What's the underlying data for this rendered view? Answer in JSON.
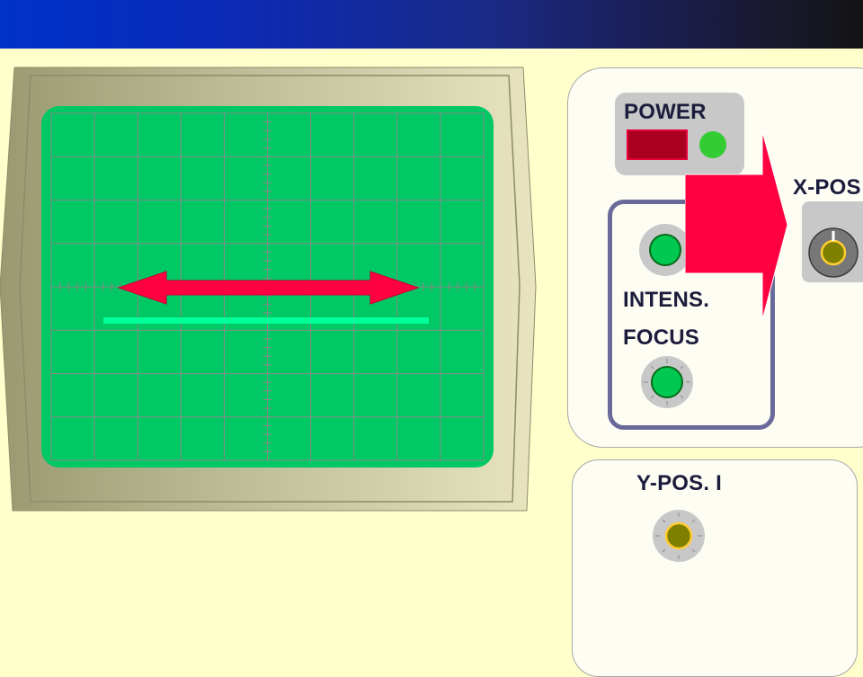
{
  "panel": {
    "power_label": "POWER",
    "x_pos_label": "X-POS",
    "intens_label": "INTENS.",
    "focus_label": "FOCUS",
    "y_pos_label": "Y-POS. I"
  },
  "colors": {
    "header_start": "#0032c8",
    "header_end": "#141414",
    "background": "#ffffcc",
    "screen": "#00c864",
    "trace": "#00ff99",
    "arrow": "#ff0040",
    "power_switch": "#a8001e",
    "power_led": "#33cc33",
    "knob_green": "#00c850",
    "knob_olive": "#808000"
  },
  "icons": {
    "double_arrow": "double-headed-arrow-icon",
    "pointer_arrow": "right-arrow-icon"
  }
}
